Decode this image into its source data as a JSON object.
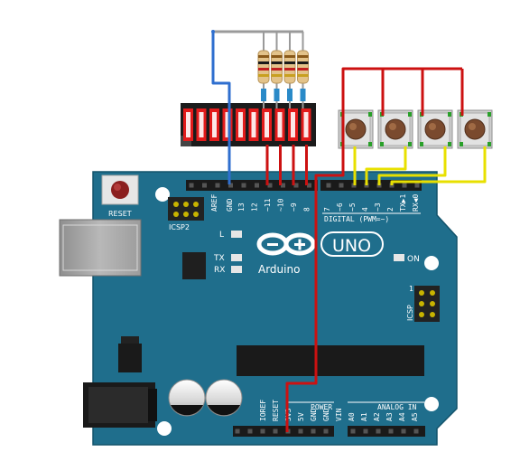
{
  "board": {
    "reset_label": "RESET",
    "icsp2_label": "ICSP2",
    "icsp_label": "ICSP",
    "icsp_pin1": "1",
    "aref_label": "AREF",
    "gnd_label": "GND",
    "led_l_label": "L",
    "tx_label": "TX",
    "rx_label": "RX",
    "brand_label": "Arduino",
    "model_label": "UNO",
    "on_label": "ON",
    "digital_label": "DIGITAL (PWM=~)",
    "digital_pins_upper": [
      "13",
      "12",
      "~11",
      "~10",
      "~9",
      "8"
    ],
    "digital_pins_lower": [
      "7",
      "~6",
      "~5",
      "4",
      "~3",
      "2",
      "TX▶1",
      "RX◀0"
    ],
    "power_label": "POWER",
    "power_pins": [
      "IOREF",
      "RESET",
      "3V3",
      "5V",
      "GND",
      "GND",
      "VIN"
    ],
    "analog_label": "ANALOG IN",
    "analog_pins": [
      "A0",
      "A1",
      "A2",
      "A3",
      "A4",
      "A5"
    ]
  },
  "components": {
    "resistor_count": 4,
    "pushbutton_count": 4,
    "bargraph_segments": 10
  },
  "colors": {
    "board": "#1f6e8c",
    "wire_red": "#cc1111",
    "wire_yellow": "#e8e000",
    "wire_blue": "#2f6fcf",
    "wire_gray": "#9a9a9a",
    "led_red": "#e21b1b"
  }
}
